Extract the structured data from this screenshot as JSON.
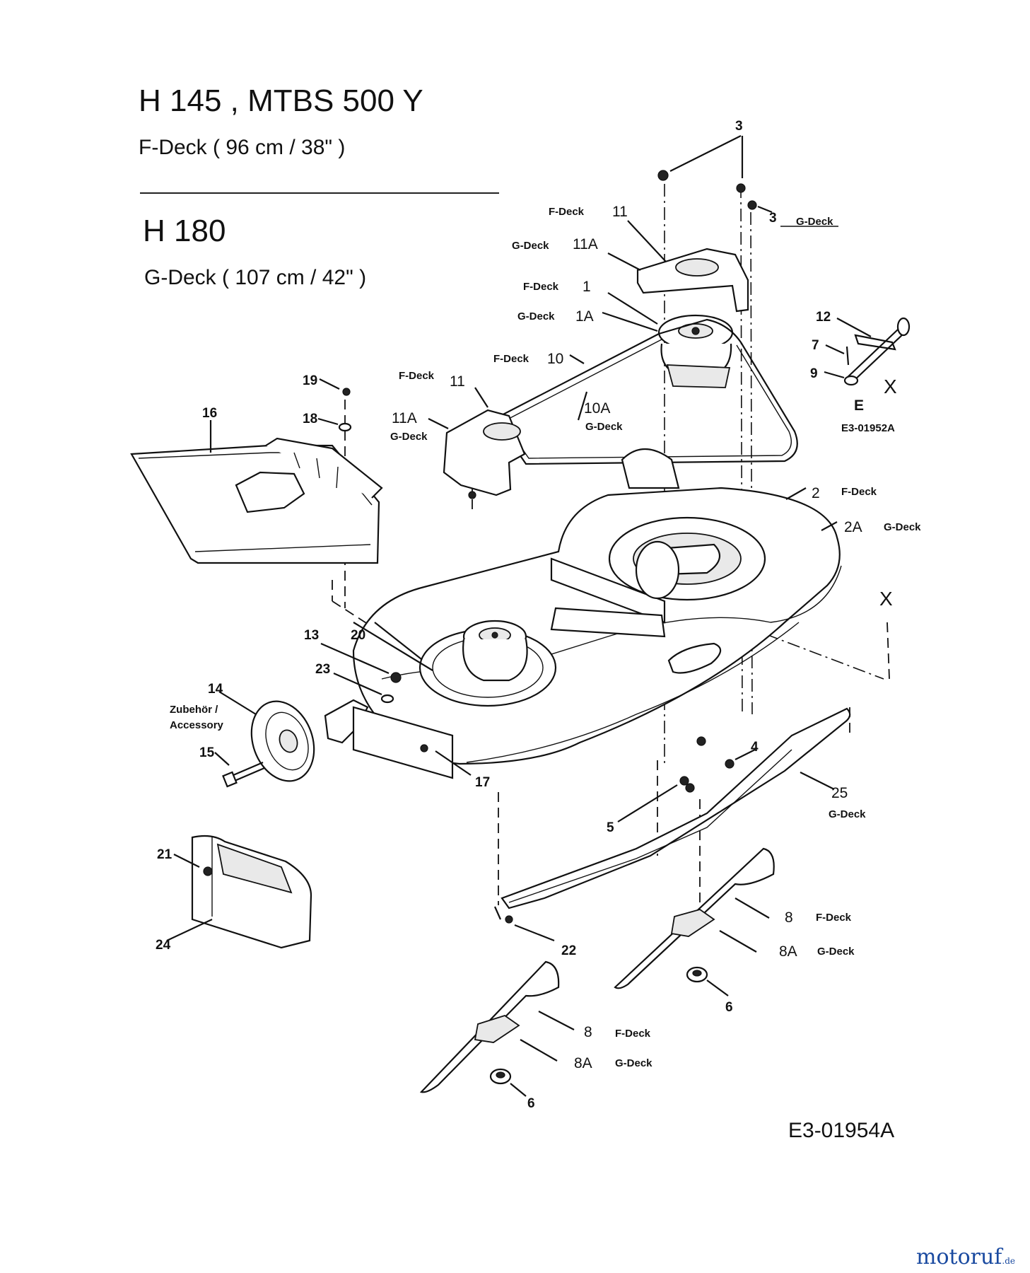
{
  "header": {
    "model_line_1": "H 145    , MTBS 500 Y",
    "deck_line_1": "F-Deck  ( 96 cm / 38\" )",
    "model_line_2": "H 180",
    "deck_line_2": "G-Deck  ( 107 cm / 42\" )"
  },
  "callouts": {
    "c3a": "3",
    "c3b": "3",
    "c3b_deck": "G-Deck",
    "c11_deck": "F-Deck",
    "c11": "11",
    "c11A_deck": "G-Deck",
    "c11A": "11A",
    "c1_deck": "F-Deck",
    "c1": "1",
    "c1A_deck": "G-Deck",
    "c1A": "1A",
    "c10_deck": "F-Deck",
    "c10": "10",
    "c10A": "10A",
    "c10A_deck": "G-Deck",
    "c11L_deck": "F-Deck",
    "c11L": "11",
    "c11AL": "11A",
    "c11AL_deck": "G-Deck",
    "c12": "12",
    "c7": "7",
    "c9": "9",
    "cE": "E",
    "cX1": "X",
    "c19": "19",
    "c18": "18",
    "c16": "16",
    "c2": "2",
    "c2_deck": "F-Deck",
    "c2A": "2A",
    "c2A_deck": "G-Deck",
    "cX2": "X",
    "c13": "13",
    "c20": "20",
    "c23": "23",
    "c14": "14",
    "c14_note_1": "Zubehör /",
    "c14_note_2": "Accessory",
    "c15": "15",
    "c17": "17",
    "c4": "4",
    "c5": "5",
    "c25": "25",
    "c25_deck": "G-Deck",
    "c21": "21",
    "c24": "24",
    "c22": "22",
    "c8a": "8",
    "c8a_deck": "F-Deck",
    "c8Aa": "8A",
    "c8Aa_deck": "G-Deck",
    "c6a": "6",
    "c8b": "8",
    "c8b_deck": "F-Deck",
    "c8Ab": "8A",
    "c8Ab_deck": "G-Deck",
    "c6b": "6"
  },
  "detail_code": "E3-01952A",
  "drawing_code": "E3-01954A",
  "watermark": {
    "brand": "motoruf",
    "suffix": ".de"
  }
}
